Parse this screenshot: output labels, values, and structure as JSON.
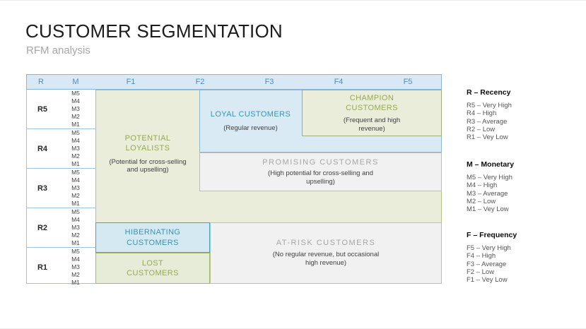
{
  "slide": {
    "title": "CUSTOMER SEGMENTATION",
    "subtitle": "RFM analysis"
  },
  "matrix": {
    "header": {
      "r": "R",
      "m": "M",
      "f_cols": [
        "F1",
        "F2",
        "F3",
        "F4",
        "F5"
      ]
    },
    "rows": [
      {
        "r": "R5",
        "m": [
          "M5",
          "M4",
          "M3",
          "M2",
          "M1"
        ]
      },
      {
        "r": "R4",
        "m": [
          "M5",
          "M4",
          "M3",
          "M2",
          "M1"
        ]
      },
      {
        "r": "R3",
        "m": [
          "M5",
          "M4",
          "M3",
          "M2",
          "M1"
        ]
      },
      {
        "r": "R2",
        "m": [
          "M5",
          "M4",
          "M3",
          "M2",
          "M1"
        ]
      },
      {
        "r": "R1",
        "m": [
          "M5",
          "M4",
          "M3",
          "M2",
          "M1"
        ]
      }
    ],
    "segments": {
      "potential_loyalists": {
        "title": "POTENTIAL LOYALISTS",
        "subtitle": "(Potential for cross-selling and upselling)"
      },
      "loyal": {
        "title": "LOYAL CUSTOMERS",
        "subtitle": "(Regular revenue)"
      },
      "champion": {
        "title": "CHAMPION CUSTOMERS",
        "subtitle": "(Frequent and high revenue)"
      },
      "promising": {
        "title": "PROMISING CUSTOMERS",
        "subtitle": "(High potential for cross-selling and upselling)"
      },
      "hibernating": {
        "title": "HIBERNATING CUSTOMERS"
      },
      "lost": {
        "title": "LOST CUSTOMERS"
      },
      "at_risk": {
        "title": "AT-RISK CUSTOMERS",
        "subtitle": "(No regular revenue, but occasional high revenue)"
      }
    }
  },
  "legend": [
    {
      "heading": "R – Recency",
      "items": [
        "R5 – Very High",
        "R4 – High",
        "R3 – Average",
        "R2 – Low",
        "R1 – Vey Low"
      ]
    },
    {
      "heading": "M – Monetary",
      "items": [
        "M5 – Very High",
        "M4 – High",
        "M3 – Average",
        "M2 – Low",
        "M1 – Vey Low"
      ]
    },
    {
      "heading": "F – Frequency",
      "items": [
        "F5 – Very High",
        "F4 – High",
        "F3 – Average",
        "F2 – Low",
        "F1 – Vey Low"
      ]
    }
  ],
  "colors": {
    "header_fill": "#d9e8f5",
    "header_text": "#4d8ebc",
    "green_fill": "#e9edda",
    "green_text": "#94ab4f",
    "blue_fill": "#d9eaf4",
    "blue_text": "#3695b5",
    "gray_fill": "#f1f1f1",
    "gray_text": "#a6a6a6",
    "dark_text": "#404040"
  }
}
